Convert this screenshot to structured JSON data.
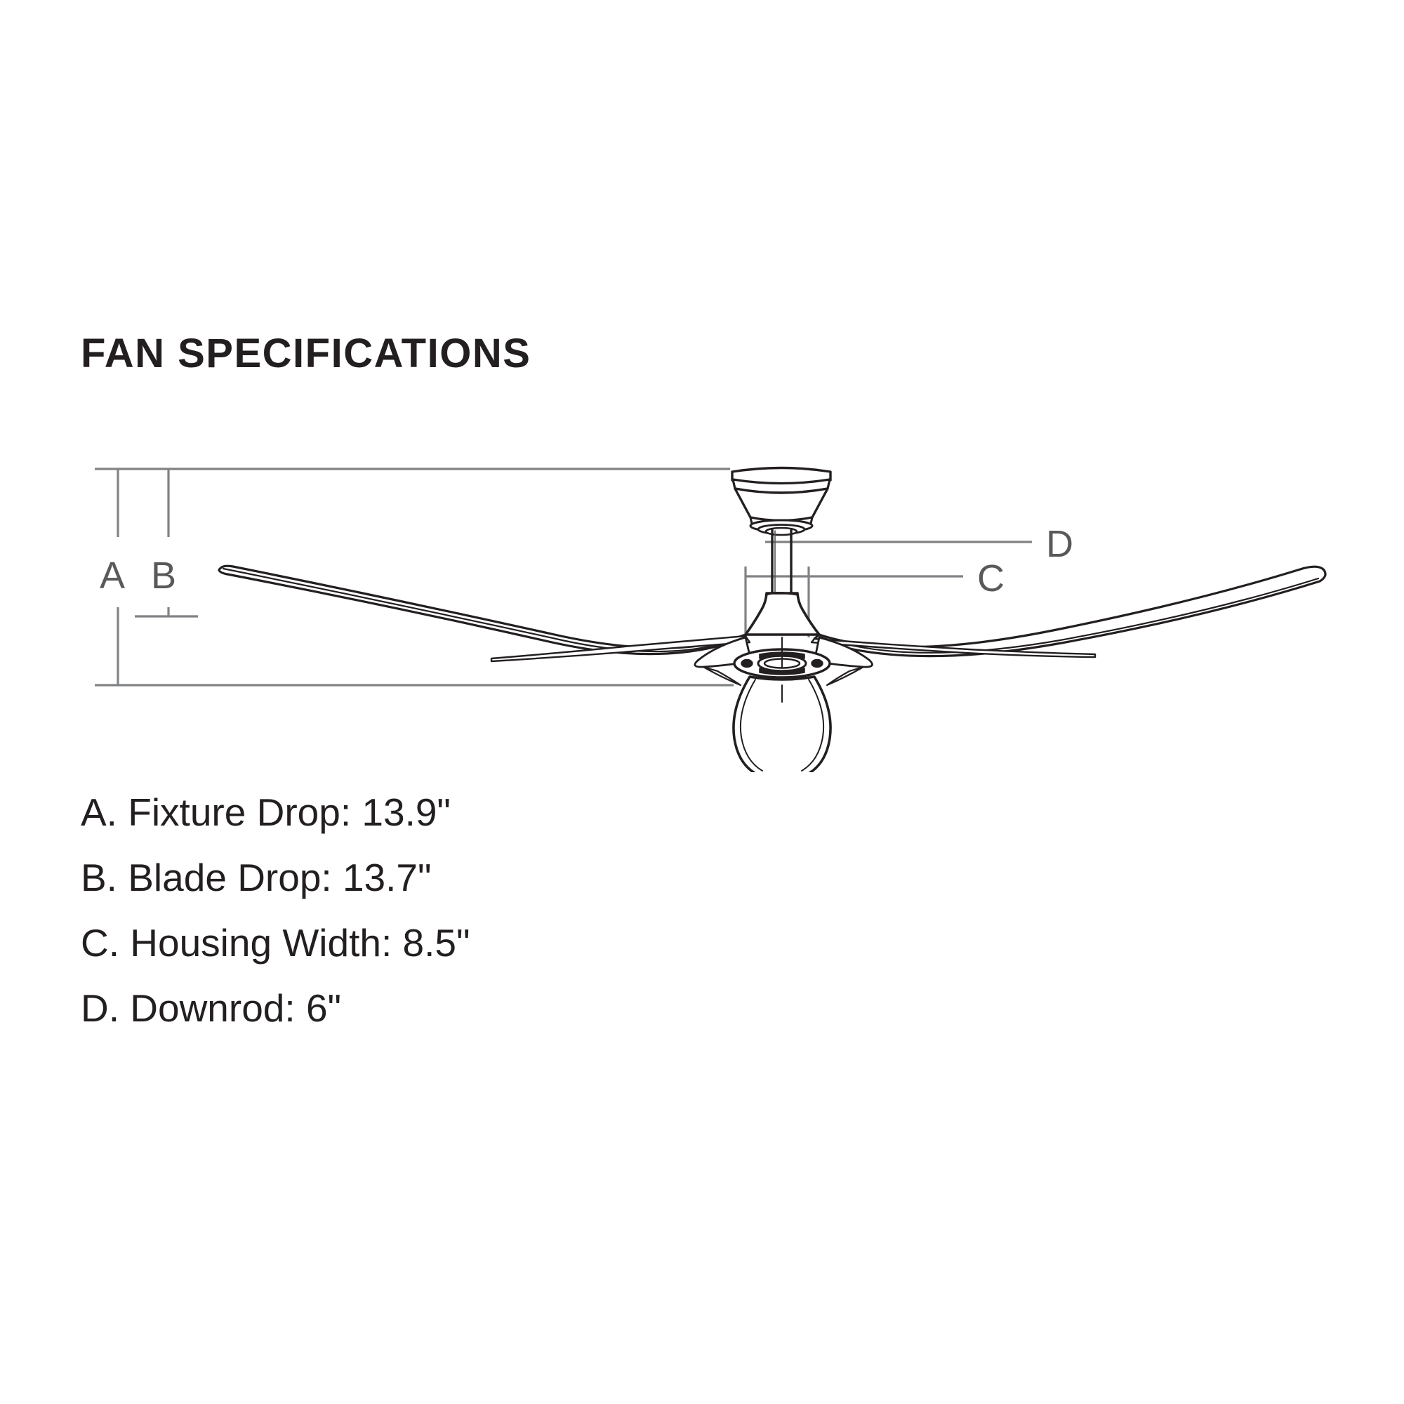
{
  "page": {
    "title": "FAN SPECIFICATIONS",
    "background_color": "#ffffff",
    "text_color": "#231f20",
    "line_color": "#808285",
    "drawing_color": "#231f20"
  },
  "diagram": {
    "name": "ceiling-fan-dimension-diagram",
    "labels": {
      "a": "A",
      "b": "B",
      "c": "C",
      "d": "D"
    },
    "dimension_callouts": [
      {
        "key": "A",
        "measures": "Fixture Drop",
        "position": "left-outer"
      },
      {
        "key": "B",
        "measures": "Blade Drop",
        "position": "left-inner"
      },
      {
        "key": "C",
        "measures": "Housing Width",
        "position": "right-lower"
      },
      {
        "key": "D",
        "measures": "Downrod",
        "position": "right-upper"
      }
    ]
  },
  "specifications": [
    {
      "key": "A",
      "line": "A. Fixture Drop: 13.9\"",
      "label": "Fixture Drop",
      "value": "13.9\""
    },
    {
      "key": "B",
      "line": "B. Blade Drop: 13.7\"",
      "label": "Blade Drop",
      "value": "13.7\""
    },
    {
      "key": "C",
      "line": "C. Housing Width: 8.5\"",
      "label": "Housing Width",
      "value": "8.5\""
    },
    {
      "key": "D",
      "line": "D. Downrod: 6\"",
      "label": "Downrod",
      "value": "6\""
    }
  ]
}
